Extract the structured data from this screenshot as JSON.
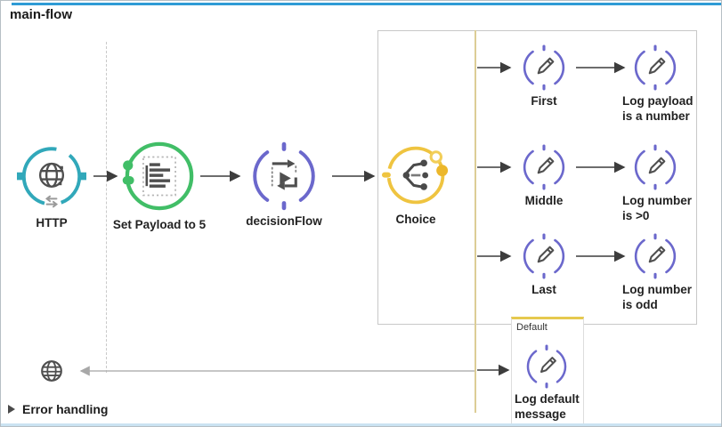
{
  "flow": {
    "title": "main-flow",
    "error_handling_label": "Error handling"
  },
  "nodes": {
    "http": {
      "label": "HTTP"
    },
    "set_payload": {
      "label": "Set Payload to 5"
    },
    "decision_flow": {
      "label": "decisionFlow"
    },
    "choice": {
      "label": "Choice"
    },
    "first_logger": {
      "label": "First"
    },
    "first_result_logger": {
      "label": "Log payload is a number"
    },
    "middle_logger": {
      "label": "Middle"
    },
    "middle_result_logger": {
      "label": "Log number is >0"
    },
    "last_logger": {
      "label": "Last"
    },
    "last_result_logger": {
      "label": "Log number is odd"
    },
    "default_logger": {
      "label": "Log default message"
    }
  },
  "choice_router": {
    "default_route_label": "Default"
  },
  "colors": {
    "http_connector": "#31A8BA",
    "set_payload": "#41BE67",
    "flow_reference": "#6B68CC",
    "logger": "#6B68CC",
    "choice_router": "#EFC440",
    "route_line": "#DCCD96",
    "canvas_accent": "#2E9BD6"
  }
}
